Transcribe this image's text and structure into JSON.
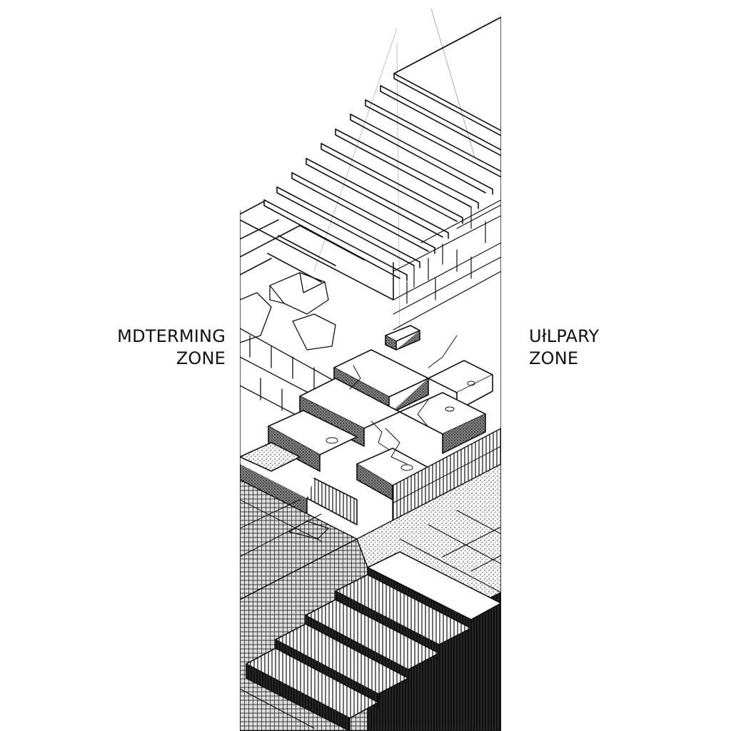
{
  "labels": {
    "left_zone": {
      "line1": "MDTERMING",
      "line2": "ZONE"
    },
    "right_zone": {
      "line1": "UłLPARY",
      "line2": "ZONE"
    }
  },
  "illustration": {
    "subject": "isometric cross-section of descending staircase",
    "sections": [
      "upper clean stairs",
      "cracked stone middle steps",
      "dark hatched lower stairs"
    ],
    "colors": {
      "ink": "#111111",
      "paper": "#ffffff",
      "stipple": "#555555"
    }
  }
}
